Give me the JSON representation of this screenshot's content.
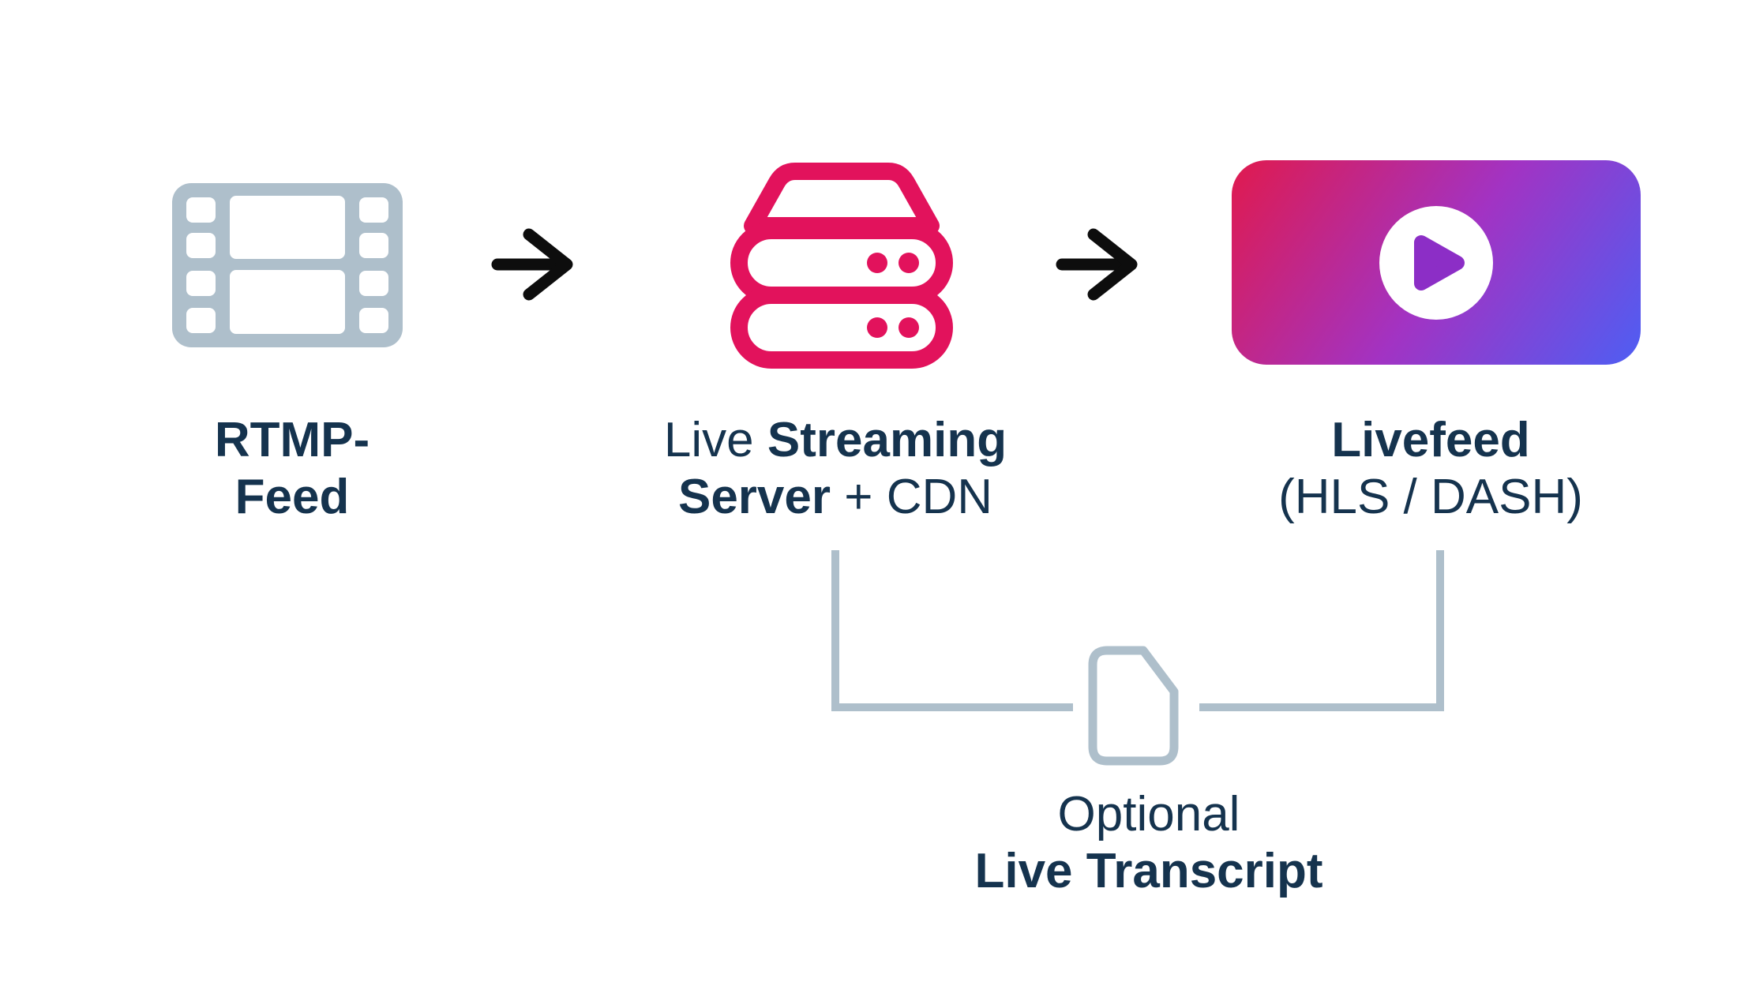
{
  "background_color": "#ffffff",
  "palette": {
    "label_navy": "#15334e",
    "film_gray": "#aebfcb",
    "server_pink": "#e2125c",
    "arrow_black": "#0d0d0d",
    "connector_gray": "#aebfcb",
    "player_gradient_start": "#e01a4e",
    "player_gradient_mid": "#a233c3",
    "player_gradient_end": "#4e5ef3",
    "play_triangle_purple": "#8c2ec6"
  },
  "pipeline": {
    "source": {
      "icon": "film-icon",
      "label_line1": "RTMP-",
      "label_line2": "Feed"
    },
    "arrow1": {
      "icon": "arrow-right-icon"
    },
    "server": {
      "icon": "server-icon",
      "label_line1_regular": "Live ",
      "label_line1_bold": "Streaming",
      "label_line2_bold": "Server",
      "label_line2_regular": " + CDN"
    },
    "arrow2": {
      "icon": "arrow-right-icon"
    },
    "output": {
      "icon": "video-player-icon",
      "label_line1": "Livefeed",
      "label_line2": "(HLS / DASH)"
    }
  },
  "transcript": {
    "icon": "document-icon",
    "label_line1": "Optional",
    "label_line2": "Live Transcript"
  }
}
